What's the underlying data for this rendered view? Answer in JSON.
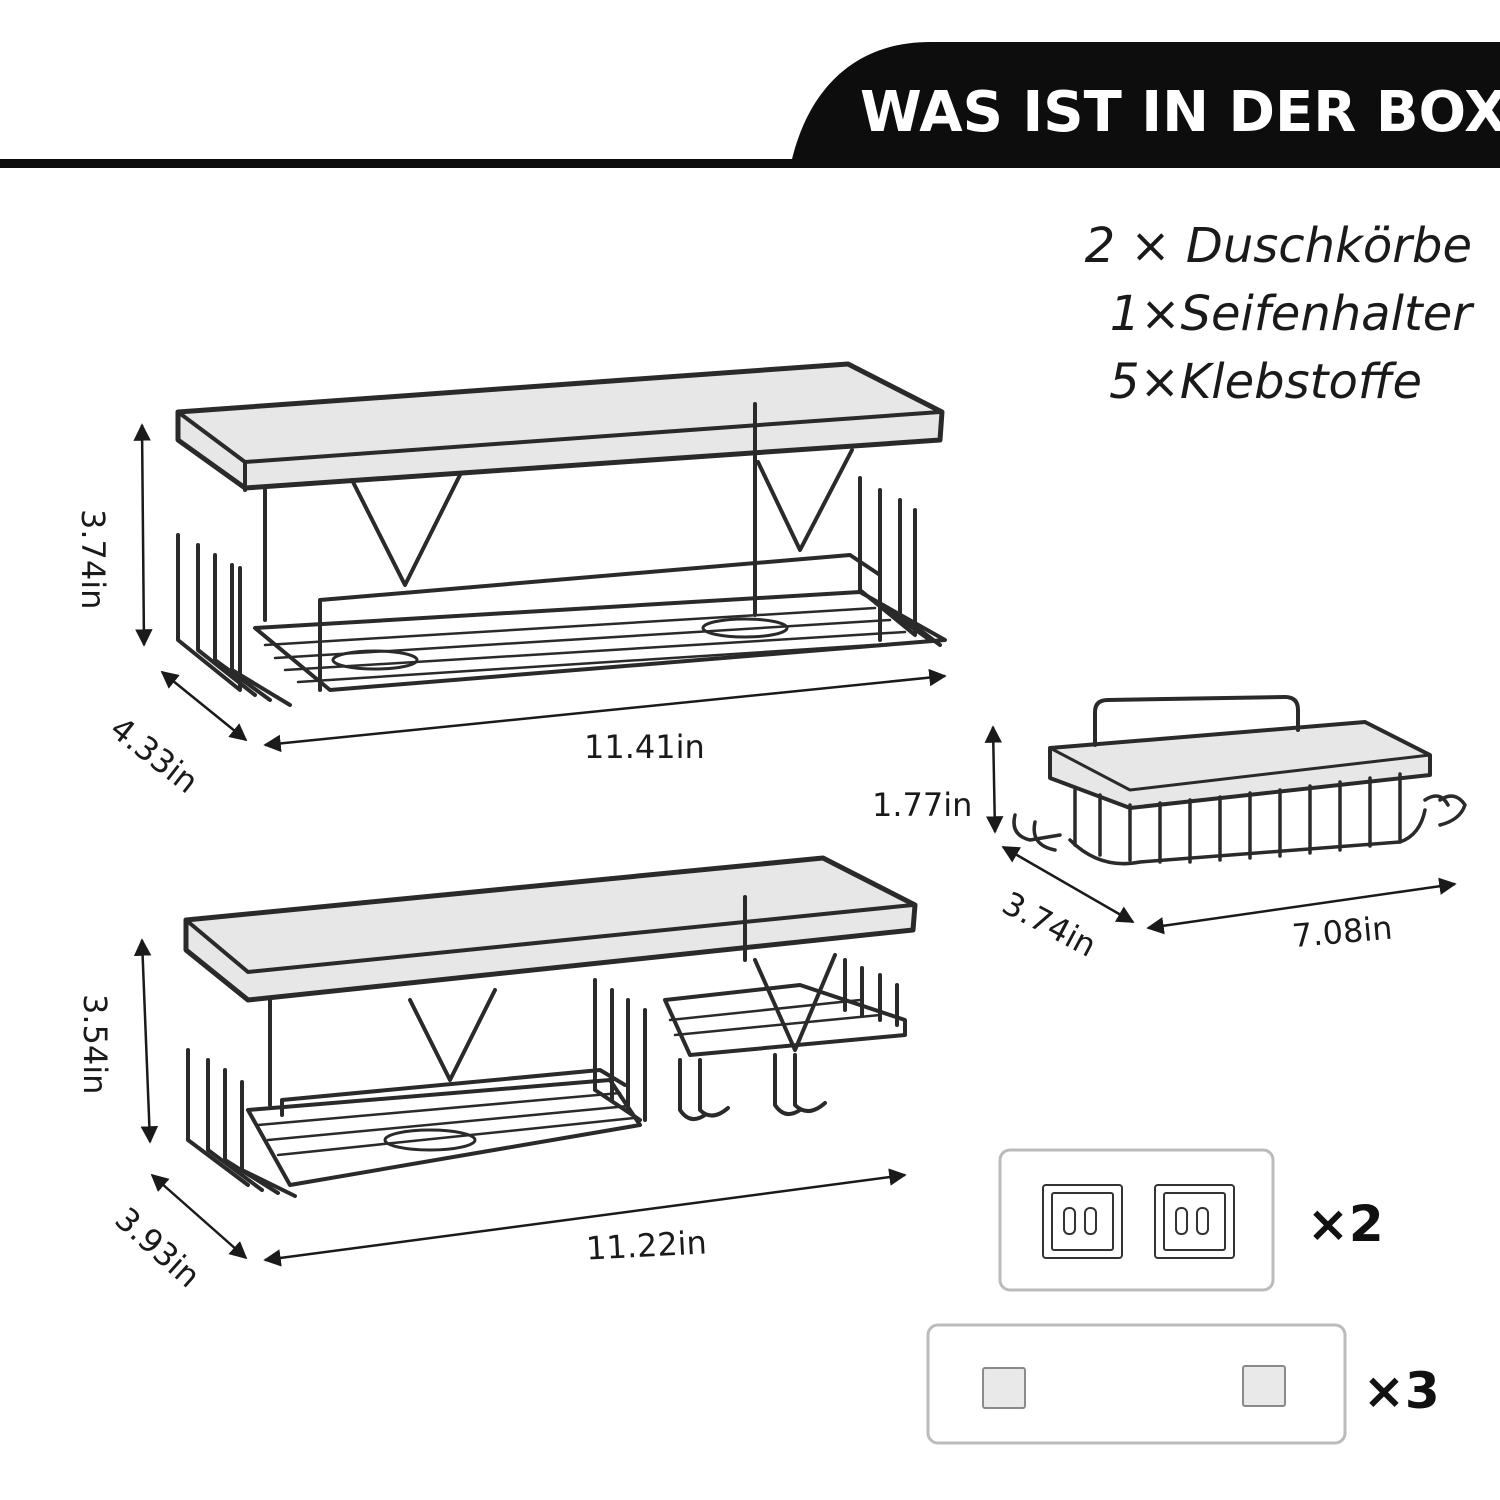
{
  "header": {
    "title": "WAS IST IN DER BOX"
  },
  "contents": [
    "2 × Duschkörbe",
    "1×Seifenhalter",
    "5×Klebstoffe"
  ],
  "basket_top": {
    "height": "3.74in",
    "depth": "4.33in",
    "width": "11.41in"
  },
  "basket_bottom": {
    "height": "3.54in",
    "depth": "3.93in",
    "width": "11.22in"
  },
  "soap_holder": {
    "height": "1.77in",
    "depth": "3.74in",
    "width": "7.08in"
  },
  "adhesives": [
    {
      "quantity": "×2",
      "icon": "double-hook-adhesive-icon"
    },
    {
      "quantity": "×3",
      "icon": "single-adhesive-strip-icon"
    }
  ],
  "colors": {
    "ink": "#1a1a1a",
    "banner": "#0d0d0d",
    "background": "#ffffff"
  }
}
